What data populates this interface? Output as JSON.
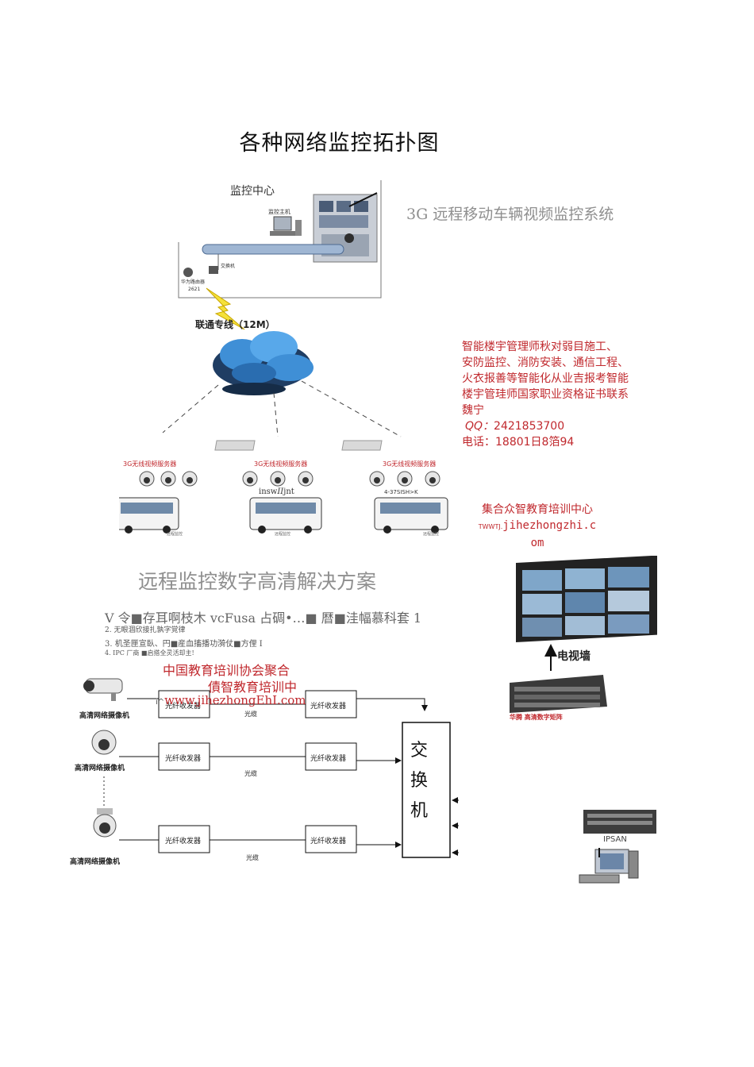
{
  "page_title": "各种网络监控拓扑图",
  "top_diagram": {
    "center_label": "监控中心",
    "host_label": "监控主机",
    "switch_label": "交换机",
    "router_label": "华为路由器",
    "router_model": "2621",
    "link_label": "联通专线（12M）",
    "server_labels": [
      "3G无线视频服务器",
      "3G无线视频服务器",
      "3G无线视频服务器"
    ],
    "bus_tags": [
      "insw𝐼𝐼jnt",
      "4-37SISH>K"
    ],
    "bus_captions": [
      "远程监控",
      "远程监控",
      "远程监控"
    ]
  },
  "heading_3g": "3G 远程移动车辆视频监控系统",
  "ad_block": {
    "lines": [
      "智能楼宇管理师秋对弱目施工、",
      "安防监控、消防安装、通信工程、",
      "火衣报善等智能化从业吉报考智能",
      "楼宇管珪师国家职业资格证书联系",
      "魏宁"
    ],
    "qq_label": "QQ：",
    "qq_value": "2421853700",
    "phone_label": "电话：",
    "phone_value": "18801日8箔94"
  },
  "center_block": {
    "name": "集合众智教育培训中心",
    "url_prefix": "TWWTJ.",
    "url_main": "jihezhongzhi.c",
    "url_tail": "om"
  },
  "heading_hd": "远程监控数字高清解决方案",
  "feature_lines": [
    "V 令■存耳啊枝木 vcFusa 占碉•…■ 暦■洼幅慕科套 1",
    "2.   无眼涸欣接扎孰字覚律",
    "3.   机圣匣宣臥、円■産血搐播功漪仗■方俚 I",
    "4.  IPC  厂商      ■启搭全灵活却主!"
  ],
  "watermark": {
    "line1": "中国教育培训协会聚合",
    "line2": "債智教育培训中",
    "url": "www.jihezhongEhI.com",
    "url_prefix": "i^"
  },
  "hd_diagram": {
    "cameras": [
      "高清网络摄像机",
      "高清网络摄像机",
      "高清网络摄像机"
    ],
    "transceiver": "光纤收发器",
    "fiber": "光缆",
    "switch_chars": [
      "交",
      "换",
      "机"
    ],
    "tv_wall": "电视墙",
    "decoder": "华腾 高清数字矩阵",
    "storage": "IPSAN"
  }
}
